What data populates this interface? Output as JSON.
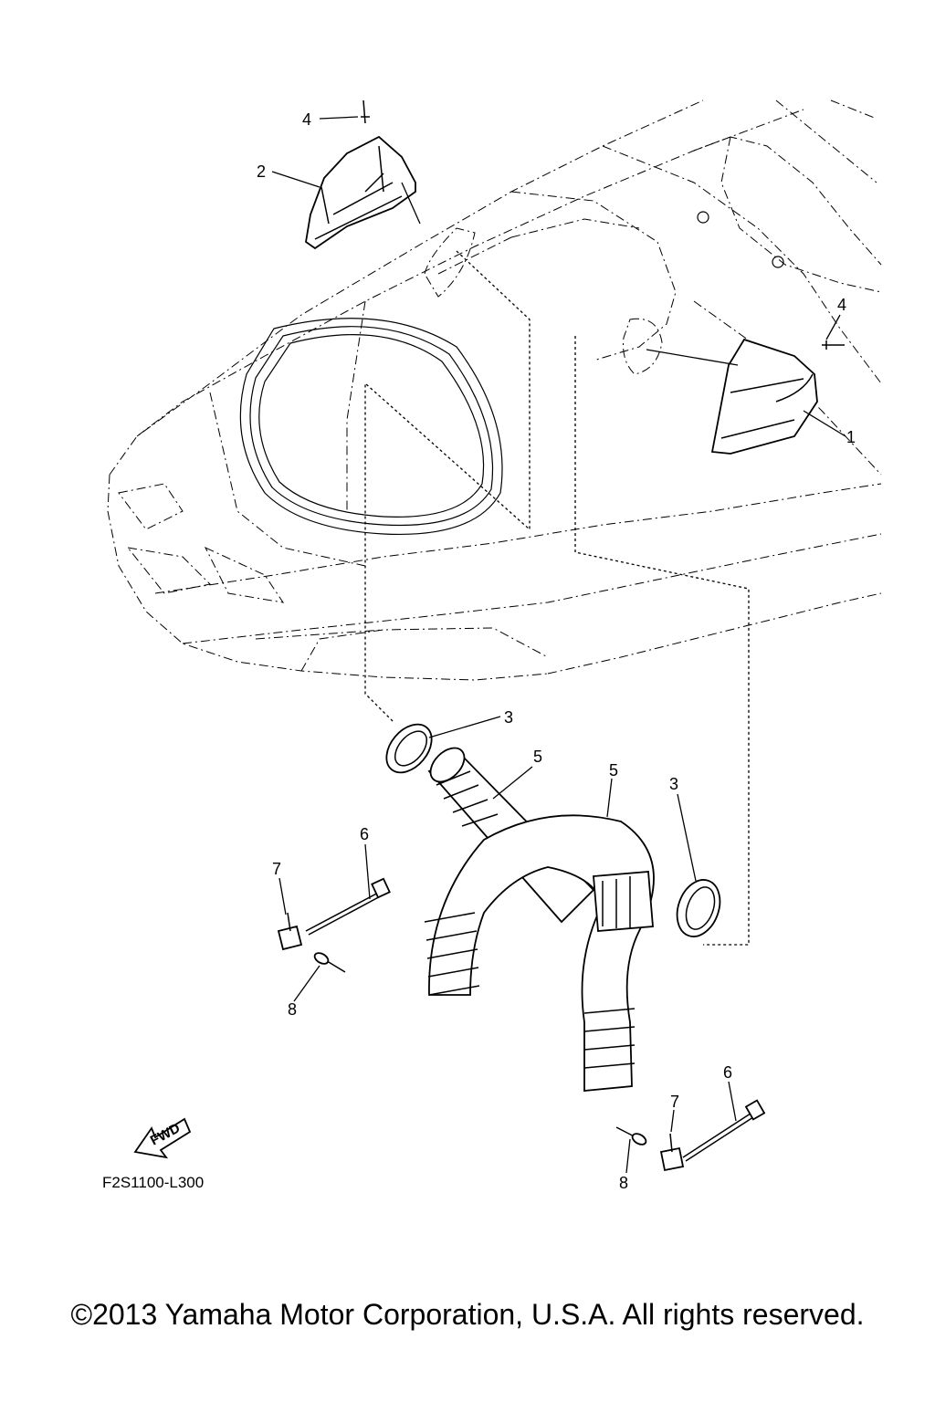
{
  "diagram": {
    "callouts": [
      {
        "id": "c4a",
        "label": "4"
      },
      {
        "id": "c2",
        "label": "2"
      },
      {
        "id": "c4b",
        "label": "4"
      },
      {
        "id": "c1",
        "label": "1"
      },
      {
        "id": "c3a",
        "label": "3"
      },
      {
        "id": "c5a",
        "label": "5"
      },
      {
        "id": "c5b",
        "label": "5"
      },
      {
        "id": "c3b",
        "label": "3"
      },
      {
        "id": "c6a",
        "label": "6"
      },
      {
        "id": "c7a",
        "label": "7"
      },
      {
        "id": "c8a",
        "label": "8"
      },
      {
        "id": "c6b",
        "label": "6"
      },
      {
        "id": "c7b",
        "label": "7"
      },
      {
        "id": "c8b",
        "label": "8"
      }
    ],
    "fwd_label": "FWD",
    "diagram_code": "F2S1100-L300"
  },
  "footer": {
    "copyright": "©2013 Yamaha Motor Corporation, U.S.A. All rights reserved."
  }
}
